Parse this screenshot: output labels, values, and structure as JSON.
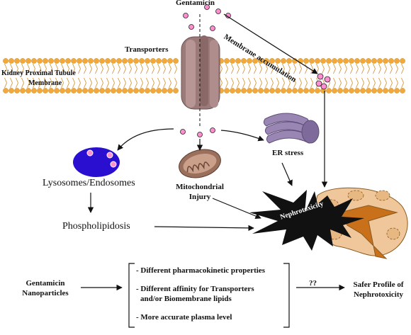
{
  "labels": {
    "drug": "Gentamicin",
    "transporters": "Transporters",
    "membrane_accumulation": "Membrane accumulation",
    "membrane_line1": "Kidney Proximal Tubule",
    "membrane_line2": "Membrane",
    "er_stress": "ER stress",
    "lysosomes": "Lysosomes/Endosomes",
    "mito_line1": "Mitochondrial",
    "mito_line2": "Injury",
    "phospholipidosis": "Phospholipidosis",
    "nephrotoxicity": "Nephrotoxicity"
  },
  "bottom": {
    "input_line1": "Gentamicin",
    "input_line2": "Nanoparticles",
    "points": [
      "- Different pharmacokinetic properties",
      "- Different affinity for Transporters",
      "and/or Biomembrane lipids",
      "- More accurate plasma level"
    ],
    "question": "??",
    "outcome_line1": "Safer Profile of",
    "outcome_line2": "Nephrotoxicity"
  },
  "colors": {
    "lipid_head": "#f2a93b",
    "gentamicin": "#ff88cc",
    "transporter": "#a58484",
    "lysosome": "#2a0fd0",
    "er": "#8f7ca8",
    "mitochondria": "#9a6f5c",
    "kidney": "#c9701a",
    "burst": "#111111"
  }
}
